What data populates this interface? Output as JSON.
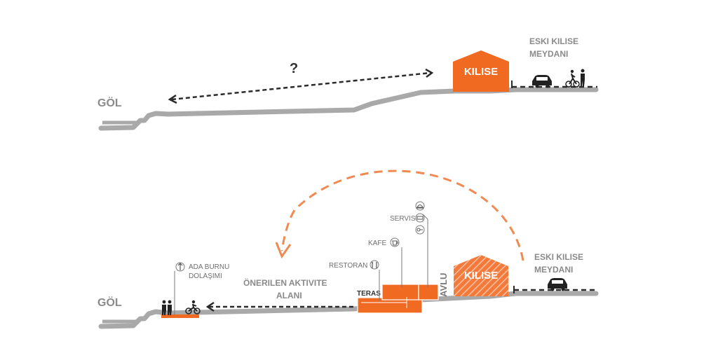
{
  "top_section": {
    "lake_label": "GÖL",
    "question_mark": "?",
    "church_label": "KILISE",
    "square_label_line1": "ESKI KILISE",
    "square_label_line2": "MEYDANI"
  },
  "bottom_section": {
    "lake_label": "GÖL",
    "tour_label_line1": "ADA BURNU",
    "tour_label_line2": "DOLAŞIMI",
    "activity_label_line1": "ÖNERILEN AKTIVITE",
    "activity_label_line2": "ALANI",
    "restaurant_label": "RESTORAN",
    "cafe_label": "KAFE",
    "service_label": "SERVIS",
    "terrace_label": "TERAS",
    "courtyard_label": "AVLU",
    "church_label": "KILISE",
    "square_label_line1": "ESKI KILISE",
    "square_label_line2": "MEYDANI"
  },
  "colors": {
    "accent": "#f06a22",
    "ground": "#a9a9a9",
    "text": "#8a8a8a"
  }
}
